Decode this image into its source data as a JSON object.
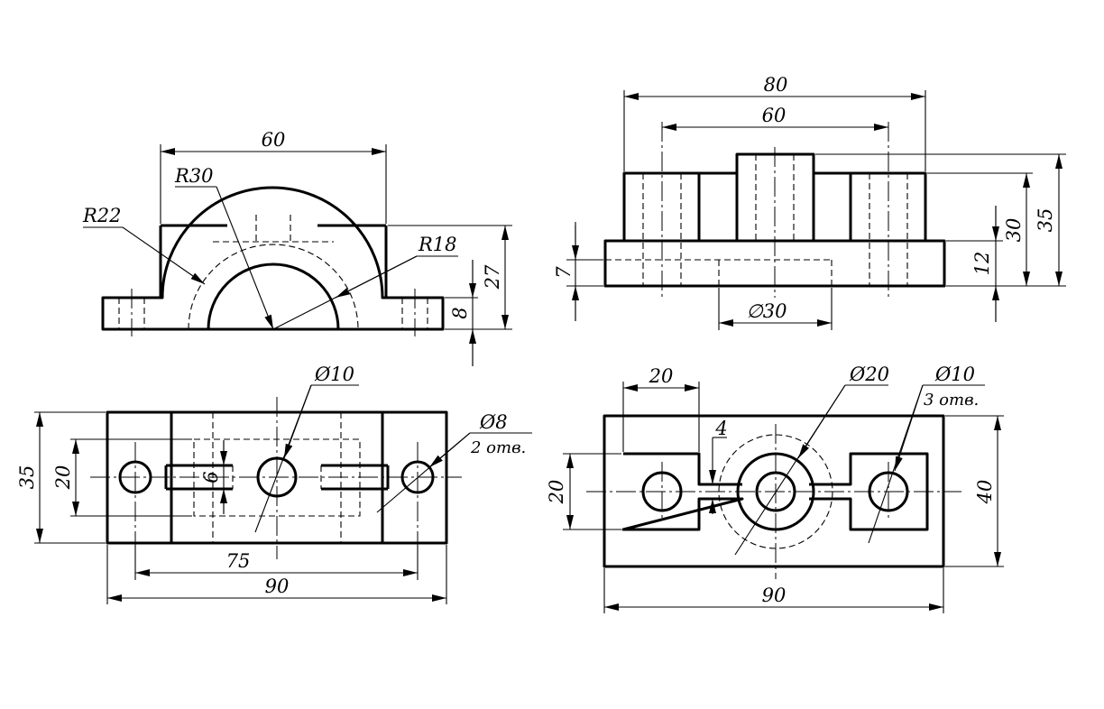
{
  "front_view": {
    "dim_width": "60",
    "dim_r30": "R30",
    "dim_r22": "R22",
    "dim_r18": "R18",
    "dim_height": "27",
    "dim_base": "8"
  },
  "side_view": {
    "dim_overall": "80",
    "dim_bosses": "60",
    "dim_bore": "∅30",
    "dim_groove": "7",
    "dim_base": "12",
    "dim_top": "30",
    "dim_total": "35"
  },
  "top_view": {
    "dim_hole_center": "Ø10",
    "dim_hole_side": "Ø8",
    "note_side_holes": "2 отв.",
    "dim_depth": "35",
    "dim_rib": "20",
    "dim_slot": "6",
    "dim_hole_spacing": "75",
    "dim_length": "90"
  },
  "section_view": {
    "dim_pad_width": "20",
    "dim_web": "4",
    "dim_boss": "Ø20",
    "dim_holes": "Ø10",
    "note_holes": "3 отв.",
    "dim_pad_height": "20",
    "dim_depth": "40",
    "dim_length": "90"
  }
}
